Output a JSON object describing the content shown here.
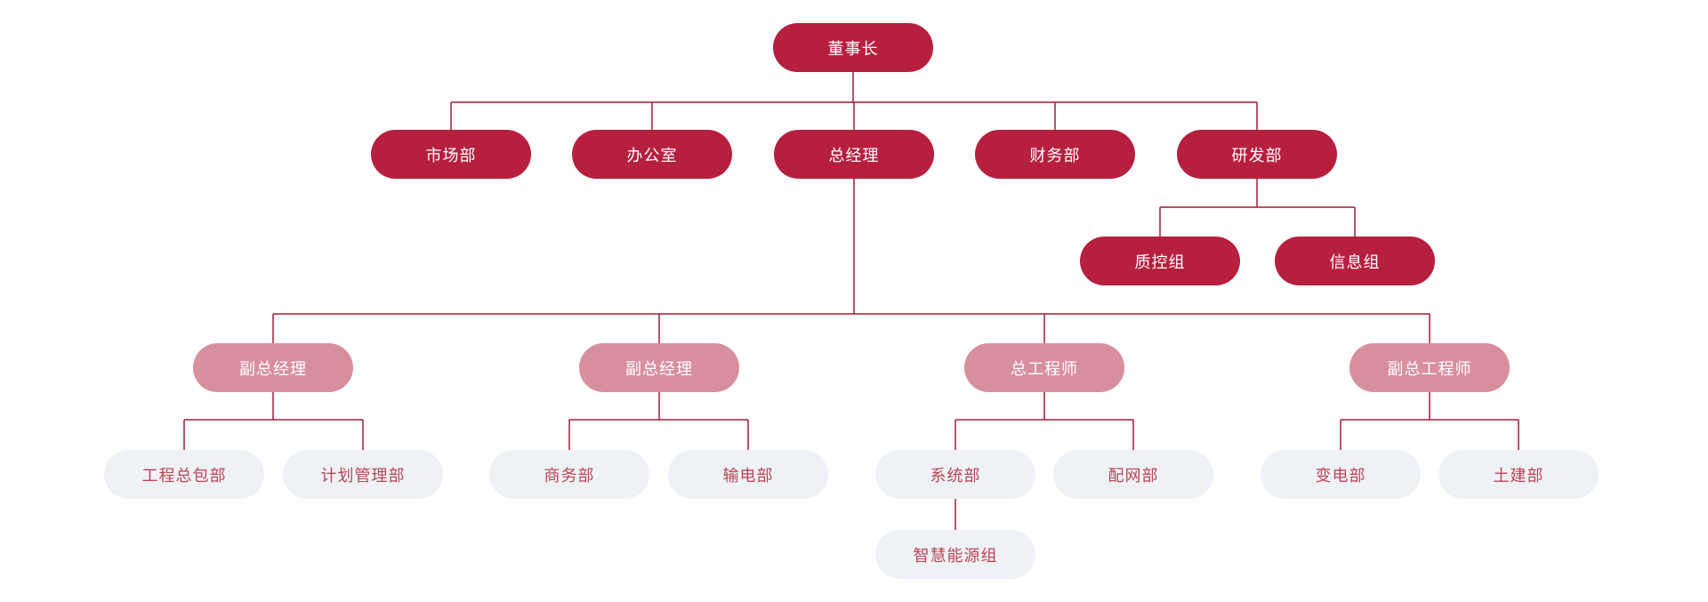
{
  "colors": {
    "primary_node_bg": "#b71f3f",
    "primary_node_text": "#ffffff",
    "secondary_node_bg": "#d78f9e",
    "secondary_node_text": "#ffffff",
    "leaf_node_bg": "#eef2f6",
    "leaf_node_text": "#bc4454",
    "connector_line": "#a11c36",
    "background": "#ffffff"
  },
  "org": {
    "nodes": [
      {
        "id": "chairman",
        "label": "董事长",
        "level": "primary",
        "parent": null
      },
      {
        "id": "marketing-dept",
        "label": "市场部",
        "level": "primary",
        "parent": "chairman"
      },
      {
        "id": "office",
        "label": "办公室",
        "level": "primary",
        "parent": "chairman"
      },
      {
        "id": "general-manager",
        "label": "总经理",
        "level": "primary",
        "parent": "chairman"
      },
      {
        "id": "finance-dept",
        "label": "财务部",
        "level": "primary",
        "parent": "chairman"
      },
      {
        "id": "rd-dept",
        "label": "研发部",
        "level": "primary",
        "parent": "chairman"
      },
      {
        "id": "qc-group",
        "label": "质控组",
        "level": "primary",
        "parent": "rd-dept"
      },
      {
        "id": "info-group",
        "label": "信息组",
        "level": "primary",
        "parent": "rd-dept"
      },
      {
        "id": "deputy-gm-1",
        "label": "副总经理",
        "level": "secondary",
        "parent": "general-manager"
      },
      {
        "id": "deputy-gm-2",
        "label": "副总经理",
        "level": "secondary",
        "parent": "general-manager"
      },
      {
        "id": "chief-engineer",
        "label": "总工程师",
        "level": "secondary",
        "parent": "general-manager"
      },
      {
        "id": "deputy-chief-engineer",
        "label": "副总工程师",
        "level": "secondary",
        "parent": "general-manager"
      },
      {
        "id": "epc-dept",
        "label": "工程总包部",
        "level": "leaf",
        "parent": "deputy-gm-1"
      },
      {
        "id": "planning-dept",
        "label": "计划管理部",
        "level": "leaf",
        "parent": "deputy-gm-1"
      },
      {
        "id": "commerce-dept",
        "label": "商务部",
        "level": "leaf",
        "parent": "deputy-gm-2"
      },
      {
        "id": "transmission-dept",
        "label": "输电部",
        "level": "leaf",
        "parent": "deputy-gm-2"
      },
      {
        "id": "system-dept",
        "label": "系统部",
        "level": "leaf",
        "parent": "chief-engineer"
      },
      {
        "id": "distribution-dept",
        "label": "配网部",
        "level": "leaf",
        "parent": "chief-engineer"
      },
      {
        "id": "substation-dept",
        "label": "变电部",
        "level": "leaf",
        "parent": "deputy-chief-engineer"
      },
      {
        "id": "civil-dept",
        "label": "土建部",
        "level": "leaf",
        "parent": "deputy-chief-engineer"
      },
      {
        "id": "smart-energy-group",
        "label": "智慧能源组",
        "level": "leaf",
        "parent": "system-dept"
      }
    ]
  }
}
